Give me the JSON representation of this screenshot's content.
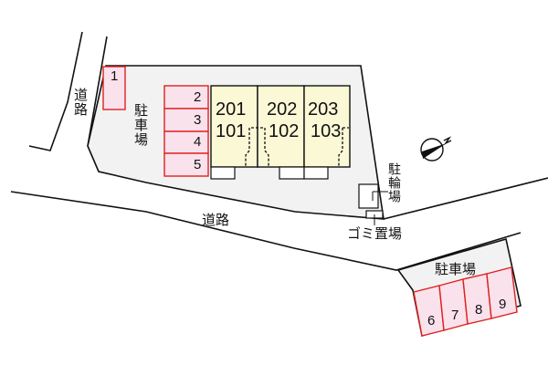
{
  "map": {
    "colors": {
      "lot_fill": "#f2f2f2",
      "parking_fill": "#f9e2ec",
      "parking_stroke": "#e0201e",
      "building_fill": "#fbf8d6",
      "line": "#111111"
    },
    "labels": {
      "road_left": "道路",
      "road_bottom": "道路",
      "parking_main": "駐車場",
      "parking_south": "駐車場",
      "bicycle_parking": "駐輪場",
      "garbage_area": "ゴミ置場",
      "north_mark": "N"
    },
    "building": {
      "units": [
        {
          "upper": "201",
          "lower": "101"
        },
        {
          "upper": "202",
          "lower": "102"
        },
        {
          "upper": "203",
          "lower": "103"
        }
      ]
    },
    "parking_slots": {
      "main": [
        "1",
        "2",
        "3",
        "4",
        "5"
      ],
      "south": [
        "6",
        "7",
        "8",
        "9"
      ]
    }
  }
}
